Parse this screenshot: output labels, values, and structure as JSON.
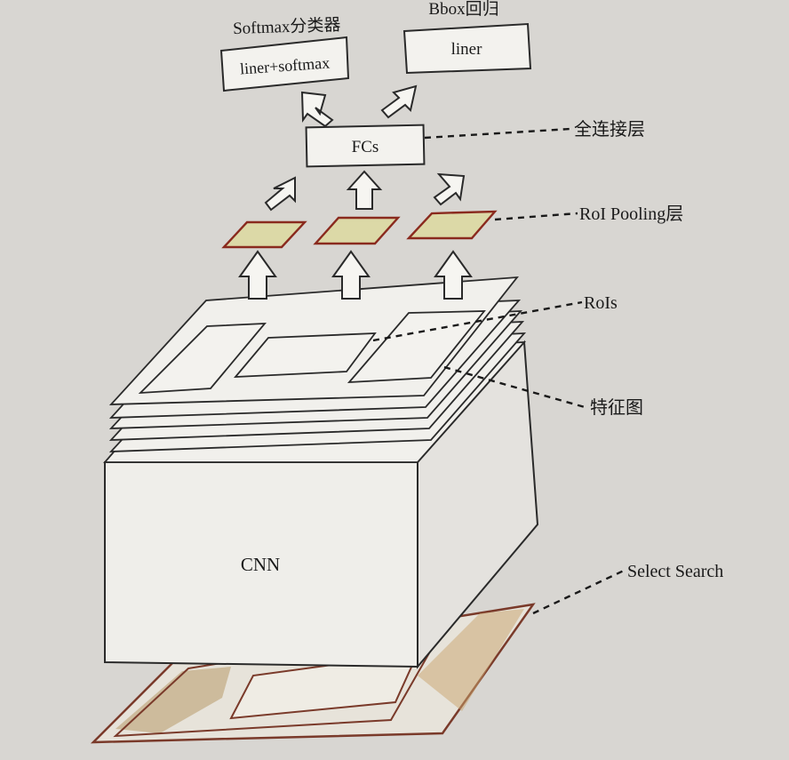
{
  "labels": {
    "classifier_title": "Softmax分类器",
    "classifier_box": "liner+softmax",
    "bbox_title": "Bbox回归",
    "bbox_box": "liner",
    "fcs_box": "FCs",
    "fc_layer": "全连接层",
    "roi_pooling_layer": "RoI Pooling层",
    "rois": "RoIs",
    "feature_map": "特征图",
    "cnn": "CNN",
    "select_search": "Select Search"
  },
  "colors": {
    "pooling_fill": "#dcd9a7",
    "pooling_stroke": "#8a2a1e",
    "image_border": "#7a3a2a",
    "paper": "#d8d6d2"
  }
}
